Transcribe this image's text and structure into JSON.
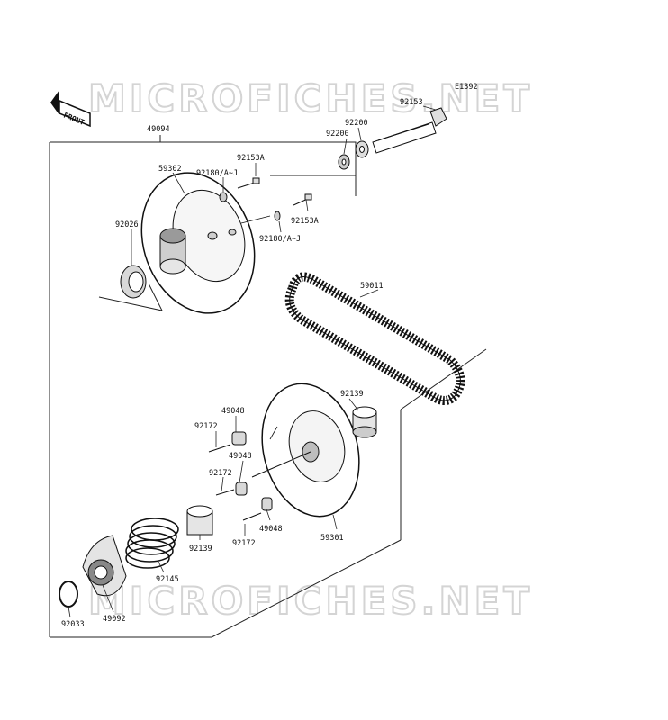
{
  "watermark": "MICROFICHES.NET",
  "diagram_code": "E1392",
  "front_label": "FRONT",
  "parts": {
    "p49094": "49094",
    "p59302": "59302",
    "p92180a": "92180/A~J",
    "p92153a_top": "92153A",
    "p92153a_mid": "92153A",
    "p92180b": "92180/A~J",
    "p92026": "92026",
    "p92200_a": "92200",
    "p92200_b": "92200",
    "p92153": "92153",
    "p59011": "59011",
    "p92139_top": "92139",
    "p49048_a": "49048",
    "p92172_a": "92172",
    "p49048_b": "49048",
    "p92172_b": "92172",
    "p49048_c": "49048",
    "p92172_c": "92172",
    "p59301": "59301",
    "p92139_low": "92139",
    "p92145": "92145",
    "p92033": "92033",
    "p49092": "49092"
  }
}
